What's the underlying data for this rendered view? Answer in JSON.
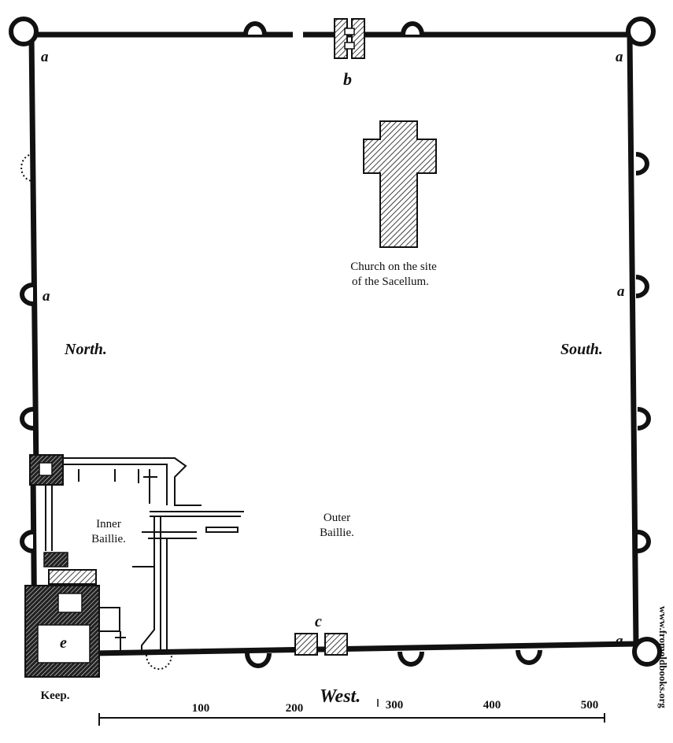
{
  "labels": {
    "tower_mark": "a",
    "gate_b": "b",
    "gate_c": "c",
    "keep_e": "e",
    "north": "North.",
    "south": "South.",
    "west": "West.",
    "church_line1": "Church on the site",
    "church_line2": "of the Sacellum.",
    "inner_line1": "Inner",
    "inner_line2": "Baillie.",
    "outer_line1": "Outer",
    "outer_line2": "Baillie.",
    "keep": "Keep."
  },
  "scale_bar": {
    "ticks": [
      "100",
      "200",
      "300",
      "400",
      "500"
    ]
  },
  "watermark": "www.fromoldbooks.org"
}
